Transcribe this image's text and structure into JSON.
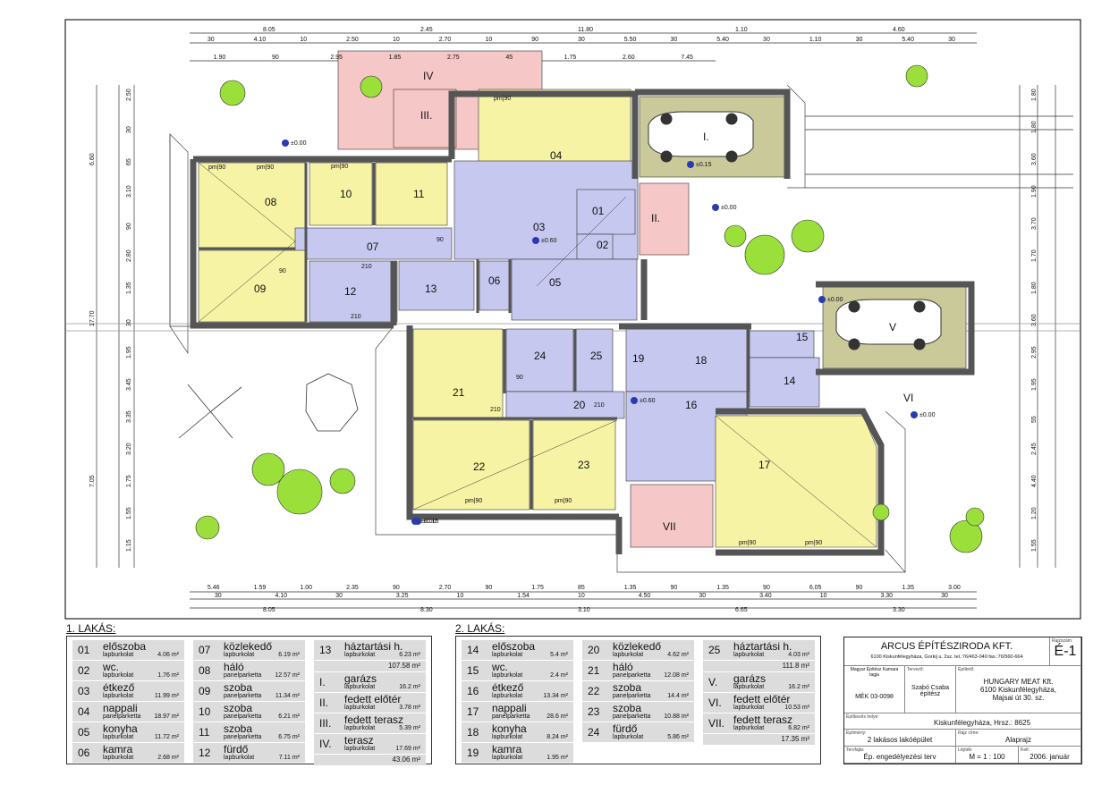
{
  "plan": {
    "room_numbers": [
      {
        "id": "r01",
        "label": "01"
      },
      {
        "id": "r02",
        "label": "02"
      },
      {
        "id": "r03",
        "label": "03"
      },
      {
        "id": "r04",
        "label": "04"
      },
      {
        "id": "r05",
        "label": "05"
      },
      {
        "id": "r06",
        "label": "06"
      },
      {
        "id": "r07",
        "label": "07"
      },
      {
        "id": "r08",
        "label": "08"
      },
      {
        "id": "r09",
        "label": "09"
      },
      {
        "id": "r10",
        "label": "10"
      },
      {
        "id": "r11",
        "label": "11"
      },
      {
        "id": "r12",
        "label": "12"
      },
      {
        "id": "r13",
        "label": "13"
      },
      {
        "id": "r14",
        "label": "14"
      },
      {
        "id": "r15",
        "label": "15"
      },
      {
        "id": "r16",
        "label": "16"
      },
      {
        "id": "r17",
        "label": "17"
      },
      {
        "id": "r18",
        "label": "18"
      },
      {
        "id": "r19",
        "label": "19"
      },
      {
        "id": "r20",
        "label": "20"
      },
      {
        "id": "r21",
        "label": "21"
      },
      {
        "id": "r22",
        "label": "22"
      },
      {
        "id": "r23",
        "label": "23"
      },
      {
        "id": "r24",
        "label": "24"
      },
      {
        "id": "r25",
        "label": "25"
      },
      {
        "id": "rI",
        "label": "I."
      },
      {
        "id": "rII",
        "label": "II."
      },
      {
        "id": "rIII",
        "label": "III."
      },
      {
        "id": "rIV",
        "label": "IV"
      },
      {
        "id": "rV",
        "label": "V"
      },
      {
        "id": "rVI",
        "label": "VI"
      },
      {
        "id": "rVII",
        "label": "VII"
      }
    ],
    "levels": [
      "±0.00",
      "±0.15",
      "±0.00",
      "±0.60",
      "±0.00",
      "±0.00",
      "±0.15",
      "±0.60",
      "±0.00"
    ],
    "top_dims_1": [
      "8.05",
      "2.45",
      "11.80",
      "1.10",
      "4.60"
    ],
    "top_dims_2": [
      "30",
      "4.10",
      "10",
      "2.50",
      "10",
      "2.70",
      "10",
      "90",
      "30",
      "5.50",
      "30",
      "5.40",
      "30",
      "1.10",
      "30",
      "5.40",
      "30"
    ],
    "top_dims_3": [
      "1.90",
      "90",
      "2.95",
      "1.85",
      "2.75",
      "45",
      "1.75",
      "2.60",
      "7.45"
    ],
    "bottom_dims_1": [
      "5.46",
      "1.59",
      "1.00",
      "2.35",
      "90",
      "2.70",
      "90",
      "1.75",
      "85",
      "1.35",
      "90",
      "1.35",
      "90",
      "6.05",
      "90",
      "1.35",
      "3.00"
    ],
    "bottom_dims_2": [
      "30",
      "4.10",
      "30",
      "3.25",
      "10",
      "1.54",
      "10",
      "4.50",
      "30",
      "3.40",
      "10",
      "3.30",
      "30"
    ],
    "bottom_dims_3": [
      "8.05",
      "8.30",
      "3.10",
      "6.65",
      "3.30"
    ],
    "left_dims": [
      "2.50",
      "30",
      "65",
      "3.10",
      "90",
      "2.80",
      "1.35",
      "30",
      "1.95",
      "3.45",
      "3.35",
      "3.20",
      "1.75",
      "1.55",
      "1.15"
    ],
    "left_total": [
      "6.60",
      "17.70",
      "7.05"
    ],
    "right_dims": [
      "1.80",
      "1.80",
      "3.60",
      "1.90",
      "3.70",
      "1.70",
      "1.80",
      "3.60",
      "2.95",
      "1.95",
      "55",
      "2.45",
      "4.40",
      "1.20",
      "1.55"
    ],
    "door_labels": [
      "pm|90",
      "pm|90",
      "pm|90",
      "pm|90",
      "210",
      "90",
      "210",
      "90",
      "pm|90",
      "pm|90",
      "pm|90",
      "pm|90",
      "210",
      "90",
      "210"
    ]
  },
  "legend1": {
    "title": "1. LAKÁS:",
    "col1": [
      {
        "num": "01",
        "name": "előszoba",
        "floor": "lapburkolat",
        "area": "4.06 m²"
      },
      {
        "num": "02",
        "name": "wc.",
        "floor": "lapburkolat",
        "area": "1.76 m²"
      },
      {
        "num": "03",
        "name": "étkező",
        "floor": "lapburkolat",
        "area": "11.99 m²"
      },
      {
        "num": "04",
        "name": "nappali",
        "floor": "panelparketta",
        "area": "18.97 m²"
      },
      {
        "num": "05",
        "name": "konyha",
        "floor": "lapburkolat",
        "area": "11.72 m²"
      },
      {
        "num": "06",
        "name": "kamra",
        "floor": "lapburkolat",
        "area": "2.68 m²"
      }
    ],
    "col2": [
      {
        "num": "07",
        "name": "közlekedő",
        "floor": "lapburkolat",
        "area": "6.19 m²"
      },
      {
        "num": "08",
        "name": "háló",
        "floor": "panelparketta",
        "area": "12.57 m²"
      },
      {
        "num": "09",
        "name": "szoba",
        "floor": "panelparketta",
        "area": "11.34 m²"
      },
      {
        "num": "10",
        "name": "szoba",
        "floor": "panelparketta",
        "area": "6.21 m²"
      },
      {
        "num": "11",
        "name": "szoba",
        "floor": "panelparketta",
        "area": "6.75 m²"
      },
      {
        "num": "12",
        "name": "fürdő",
        "floor": "lapburkolat",
        "area": "7.11 m²"
      }
    ],
    "col3": [
      {
        "num": "13",
        "name": "háztartási h.",
        "floor": "lapburkolat",
        "area": "6.23 m²",
        "total": "107.58 m²"
      },
      {
        "num": "I.",
        "name": "garázs",
        "floor": "lapburkolat",
        "area": "16.2 m²"
      },
      {
        "num": "II.",
        "name": "fedett előtér",
        "floor": "lapburkolat",
        "area": "3.78 m²"
      },
      {
        "num": "III.",
        "name": "fedett terasz",
        "floor": "lapburkolat",
        "area": "5.39 m²"
      },
      {
        "num": "IV.",
        "name": "terasz",
        "floor": "lapburkolat",
        "area": "17.69 m²",
        "total": "43.06 m²"
      }
    ]
  },
  "legend2": {
    "title": "2. LAKÁS:",
    "col1": [
      {
        "num": "14",
        "name": "előszoba",
        "floor": "lapburkolat",
        "area": "5.4 m²"
      },
      {
        "num": "15",
        "name": "wc.",
        "floor": "lapburkolat",
        "area": "2.4 m²"
      },
      {
        "num": "16",
        "name": "étkező",
        "floor": "lapburkolat",
        "area": "13.34 m²"
      },
      {
        "num": "17",
        "name": "nappali",
        "floor": "panelparketta",
        "area": "28.6 m²"
      },
      {
        "num": "18",
        "name": "konyha",
        "floor": "lapburkolat",
        "area": "8.24 m²"
      },
      {
        "num": "19",
        "name": "kamra",
        "floor": "lapburkolat",
        "area": "1.95 m²"
      }
    ],
    "col2": [
      {
        "num": "20",
        "name": "közlekedő",
        "floor": "lapburkolat",
        "area": "4.62 m²"
      },
      {
        "num": "21",
        "name": "háló",
        "floor": "panelparketta",
        "area": "12.08 m²"
      },
      {
        "num": "22",
        "name": "szoba",
        "floor": "panelparketta",
        "area": "14.4 m²"
      },
      {
        "num": "23",
        "name": "szoba",
        "floor": "panelparketta",
        "area": "10.88 m²"
      },
      {
        "num": "24",
        "name": "fürdő",
        "floor": "lapburkolat",
        "area": "5.86 m²"
      }
    ],
    "col3": [
      {
        "num": "25",
        "name": "háztartási h.",
        "floor": "lapburkolat",
        "area": "4.03 m²",
        "total": "111.8 m²"
      },
      {
        "num": "V.",
        "name": "garázs",
        "floor": "lapburkolat",
        "area": "16.2 m²"
      },
      {
        "num": "VI.",
        "name": "fedett előtér",
        "floor": "lapburkolat",
        "area": "10.53 m²"
      },
      {
        "num": "VII.",
        "name": "fedett terasz",
        "floor": "lapburkolat",
        "area": "6.82 m²",
        "total": "17.35 m²"
      }
    ]
  },
  "titleblock": {
    "office": "ARCUS ÉPÍTÉSZIRODA KFT.",
    "address": "6100 Kiskunfélegyháza, Gorkij u. 2sz. tel.:76/463-040 fax.:76/560-664",
    "sheet_label": "Rajzszám:",
    "sheet": "É-1",
    "chamber_label": "Magyar Építész Kamara tagja",
    "chamber_no": "MÉK 03-0098",
    "designer_label": "Tervező:",
    "designer": "Szabó Csaba",
    "designer_role": "építész",
    "client_label": "Építtető:",
    "client": "HUNGARY MEAT Kft.",
    "client_addr1": "6100 Kiskunfélegyháza,",
    "client_addr2": "Majsai út 30. sz.",
    "site_label": "Építkezés helye:",
    "site": "Kiskunfélegyháza,  Hrsz.: 8625",
    "project_label": "Építmény:",
    "project": "2 lakásos lakóépület",
    "drawing_label": "Rajz címe:",
    "drawing": "Alaprajz",
    "phase_label": "Tervfajta:",
    "phase": "Ép. engedélyezési terv",
    "scale_label": "Lépték:",
    "scale": "M = 1 : 100",
    "date_label": "Kelt:",
    "date": "2006. január"
  },
  "colors": {
    "yellow": "#f7f3a4",
    "lilac": "#c7c8f0",
    "pink": "#f6c7c7",
    "olive": "#c9c99a",
    "wall": "#555555",
    "tree": "#9be03a"
  }
}
